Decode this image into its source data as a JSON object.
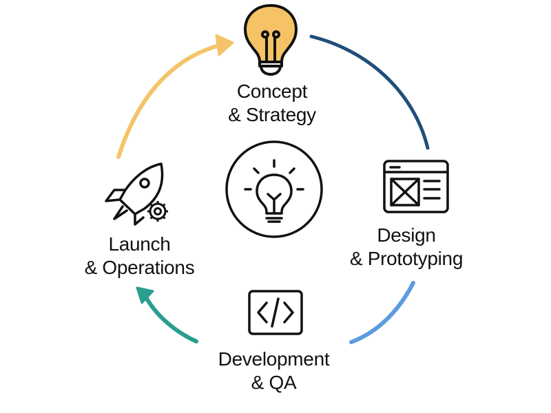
{
  "diagram": {
    "type": "cycle",
    "center": {
      "icon": "lightbulb-outline-icon",
      "shape": "circle"
    },
    "stages": [
      {
        "line1": "Concept",
        "line2": "& Strategy",
        "icon": "lightbulb-filled-icon",
        "icon_color": "#F5C265"
      },
      {
        "line1": "Design",
        "line2": "& Prototyping",
        "icon": "wireframe-browser-icon"
      },
      {
        "line1": "Development",
        "line2": "& QA",
        "icon": "code-brackets-icon"
      },
      {
        "line1": "Launch",
        "line2": "& Operations",
        "icon": "rocket-gear-icon"
      }
    ],
    "arcs": [
      {
        "from": "Concept & Strategy",
        "to": "Design & Prototyping",
        "color": "#1F4E79",
        "arrowhead": false
      },
      {
        "from": "Design & Prototyping",
        "to": "Development & QA",
        "color": "#5B9BDF",
        "arrowhead": false
      },
      {
        "from": "Development & QA",
        "to": "Launch & Operations",
        "color": "#2A9D8F",
        "arrowhead": true
      },
      {
        "from": "Launch & Operations",
        "to": "Concept & Strategy",
        "color": "#F3C469",
        "arrowhead": true
      }
    ]
  }
}
